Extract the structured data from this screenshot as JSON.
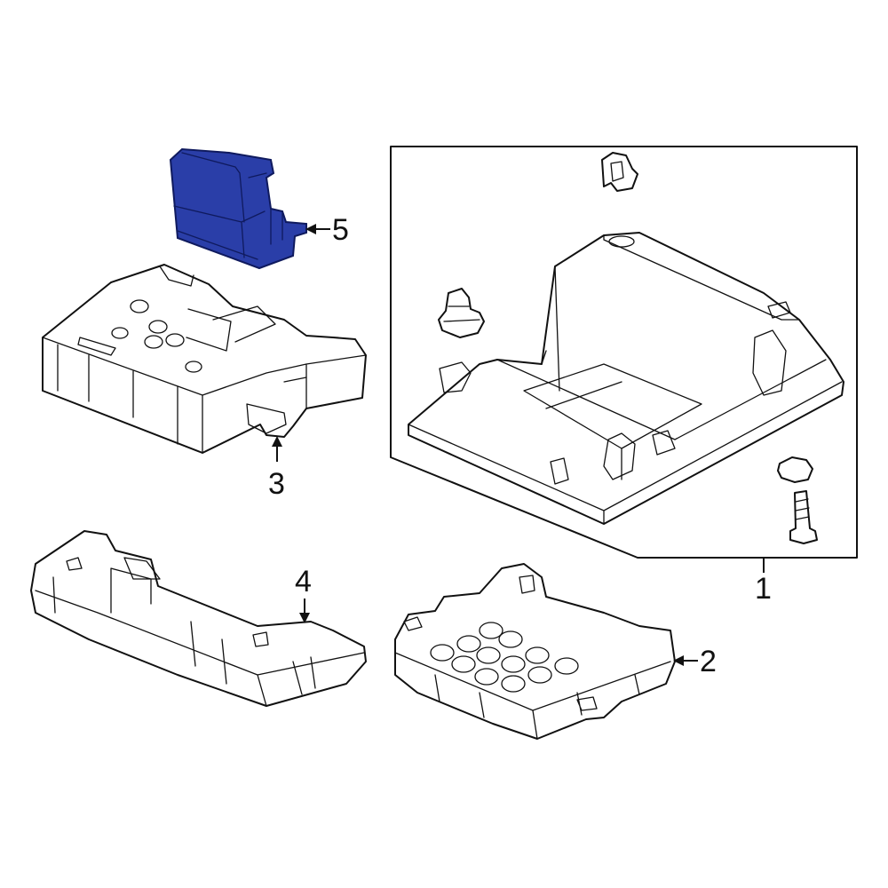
{
  "diagram": {
    "highlight_color": "#2a3ea8",
    "callouts": [
      {
        "id": "1",
        "label": "1"
      },
      {
        "id": "2",
        "label": "2"
      },
      {
        "id": "3",
        "label": "3"
      },
      {
        "id": "4",
        "label": "4"
      },
      {
        "id": "5",
        "label": "5"
      }
    ]
  }
}
